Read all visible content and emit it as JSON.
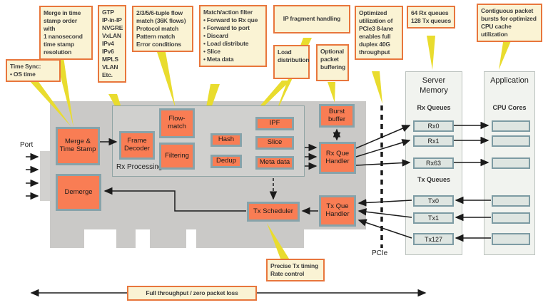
{
  "callouts": {
    "merge_order": "Merge in time\nstamp order with\n1 nanosecond\ntime stamp\nresolution",
    "time_sync": "Time Sync:\n•  OS time",
    "protocols": "GTP\nIP-in-IP\nNVGRE\nVxLAN\nIPv4\nIPv6\nMPLS\nVLAN\nEtc.",
    "tuple_match": "2/3/5/6-tuple flow\nmatch (36K flows)\nProtocol match\nPattern match\nError conditions",
    "match_action": "Match/action filter\n•  Forward to Rx que\n•  Forward to port\n•  Discard\n•  Load distribute\n•  Slice\n•  Meta data",
    "ip_fragment": "IP fragment handling",
    "load_distribution": "Load\ndistribution",
    "optional_buffering": "Optional\npacket\nbuffering",
    "optimized_pcie": "Optimized\nutilization of\nPCIe3 8-lane\nenables full\nduplex 40G\nthroughput",
    "queue_counts": "64 Rx queues\n128 Tx queues",
    "contiguous_bursts": "Contiguous packet\nbursts for optimized\nCPU cache utilization",
    "precise_timing": "Precise Tx timing\nRate control",
    "full_throughput": "Full throughput / zero packet loss"
  },
  "board": {
    "port_label": "Port",
    "pcie_label": "PCIe",
    "rx_processing_label": "Rx Processing",
    "components": {
      "merge_time_stamp": "Merge &\nTime Stamp",
      "frame_decoder": "Frame\nDecoder",
      "demerge": "Demerge",
      "flow_match": "Flow-\nmatch",
      "filtering": "Filtering",
      "hash": "Hash",
      "dedup": "Dedup",
      "ipf": "IPF",
      "slice": "Slice",
      "meta_data": "Meta data",
      "burst_buffer": "Burst\nbuffer",
      "rx_que_handler": "Rx Que\nHandler",
      "tx_que_handler": "Tx Que\nHandler",
      "tx_scheduler": "Tx Scheduler"
    }
  },
  "server_memory": {
    "title": "Server\nMemory",
    "rx_section_label": "Rx Queues",
    "tx_section_label": "Tx Queues",
    "rx_queues": [
      "Rx0",
      "Rx1",
      "Rx63"
    ],
    "tx_queues": [
      "Tx0",
      "Tx1",
      "Tx127"
    ]
  },
  "application": {
    "title": "Application",
    "cores_label": "CPU Cores"
  },
  "colors": {
    "component_fill": "#f97d54",
    "component_border": "#87a3aa",
    "callout_fill": "#faf3d4",
    "callout_border": "#e8763c",
    "beam_yellow": "#e9dc2e",
    "board_gray": "#cac9c7",
    "panel_fill": "#f1f3ef",
    "queue_fill": "#dee5e1",
    "queue_border": "#7d9ba3",
    "arrow": "#1b1b1b"
  }
}
